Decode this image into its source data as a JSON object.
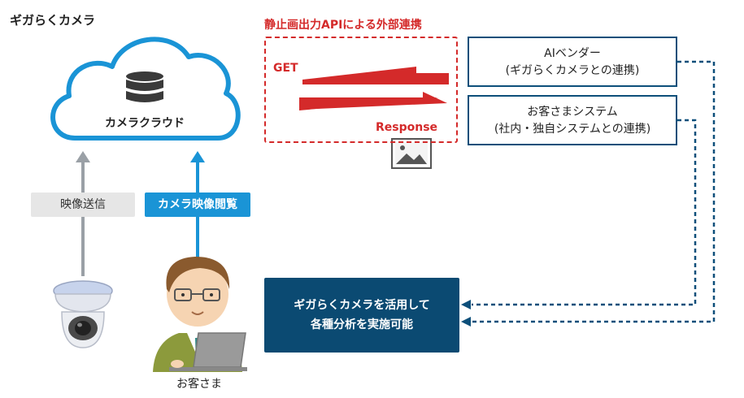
{
  "brand": "ギガらくカメラ",
  "cloud": {
    "label": "カメラクラウド"
  },
  "pills": {
    "send": "映像送信",
    "view": "カメラ映像閲覧"
  },
  "api": {
    "title": "静止画出力APIによる外部連携",
    "get": "GET",
    "response": "Response"
  },
  "partners": {
    "ai": {
      "line1": "AIベンダー",
      "line2": "(ギガらくカメラとの連携)"
    },
    "system": {
      "line1": "お客さまシステム",
      "line2": "(社内・独自システムとの連携)"
    }
  },
  "result": {
    "line1": "ギガらくカメラを活用して",
    "line2": "各種分析を実施可能"
  },
  "customer": {
    "label": "お客さま"
  },
  "colors": {
    "cloud_stroke": "#1a94d6",
    "accent_red": "#d42a2a",
    "navy": "#0b4a72",
    "gray_arrow": "#9aa0a6"
  }
}
